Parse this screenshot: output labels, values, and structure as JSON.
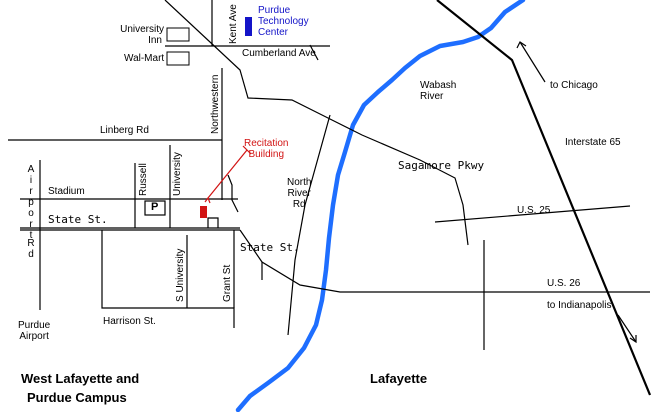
{
  "colors": {
    "river": "#1e6eff",
    "roads": "#000000",
    "railway": "#000000",
    "tech_center": "#1414c8",
    "recitation": "#d21414",
    "background": "#ffffff"
  },
  "labels": {
    "purdue_technology_center": [
      "Purdue",
      "Technology",
      "Center"
    ],
    "kent_ave": "Kent Ave",
    "university_inn": [
      "University",
      "Inn"
    ],
    "cumberland_ave": "Cumberland Ave",
    "wal_mart": "Wal-Mart",
    "northwestern": "Northwestern",
    "wabash_river": [
      "Wabash",
      "River"
    ],
    "to_chicago": "to Chicago",
    "linberg_rd": "Linberg Rd",
    "recitation_building": [
      "Recitation",
      "Building"
    ],
    "interstate_65": "Interstate 65",
    "airport_rd_top": [
      "A",
      "i",
      "r",
      "p",
      "o",
      "r",
      "t"
    ],
    "airport_rd_bottom": [
      "R",
      "d"
    ],
    "stadium": "Stadium",
    "russell": "Russell",
    "university_north": "University",
    "parking": "P",
    "north_river_rd": [
      "North",
      "River",
      "Rd"
    ],
    "sagamore_pkwy": "Sagamore Pkwy",
    "state_st_west": "State St.",
    "state_st_east": "State St.",
    "us_25": "U.S. 25",
    "s_university": "S University",
    "grant_st": "Grant St",
    "us_26": "U.S. 26",
    "to_indianapolis": "to Indianapolis",
    "purdue_airport": [
      "Purdue",
      "Airport"
    ],
    "harrison_st": "Harrison St.",
    "west_lafayette": [
      "West Lafayette and",
      "Purdue Campus"
    ],
    "lafayette": "Lafayette"
  }
}
